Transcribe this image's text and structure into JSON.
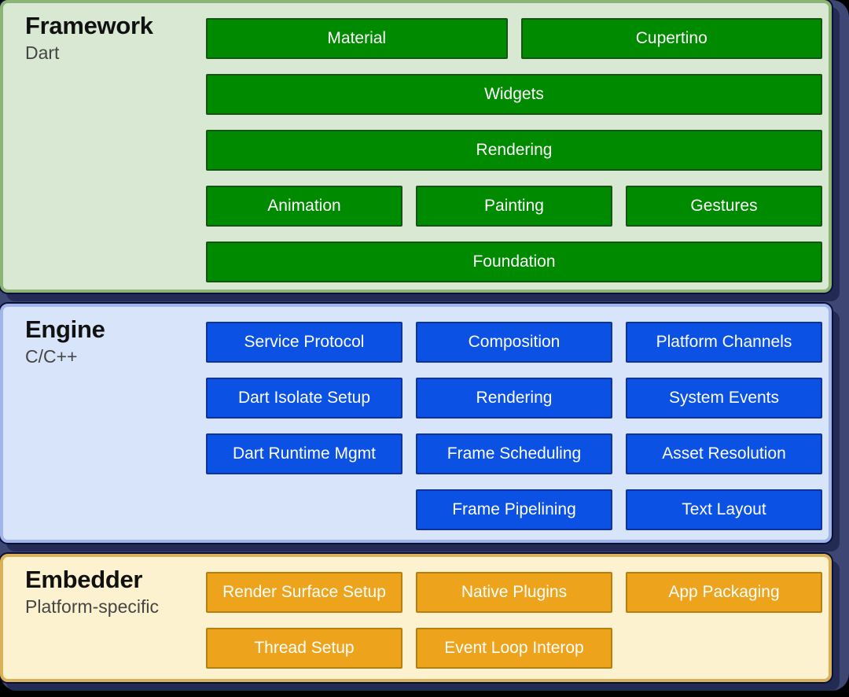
{
  "colors": {
    "page_bg": "#000000",
    "frame_bg": "#3e4774",
    "frame_edge": "#0a0f38",
    "panel_shadow": "#232b55",
    "title_text": "#111111",
    "subtitle_text": "#454545",
    "box_text": "#ffffff"
  },
  "layers": [
    {
      "id": "framework",
      "title": "Framework",
      "subtitle": "Dart",
      "colors": {
        "panel_bg": "#d9e8d3",
        "panel_border": "#8cb475",
        "box_bg": "#008a00",
        "box_border": "#155415"
      },
      "rows": [
        [
          {
            "label": "Material",
            "span": 3
          },
          {
            "label": "Cupertino",
            "span": 3
          }
        ],
        [
          {
            "label": "Widgets",
            "span": 6
          }
        ],
        [
          {
            "label": "Rendering",
            "span": 6
          }
        ],
        [
          {
            "label": "Animation",
            "span": 2
          },
          {
            "label": "Painting",
            "span": 2
          },
          {
            "label": "Gestures",
            "span": 2
          }
        ],
        [
          {
            "label": "Foundation",
            "span": 6
          }
        ]
      ]
    },
    {
      "id": "engine",
      "title": "Engine",
      "subtitle": "C/C++",
      "colors": {
        "panel_bg": "#d8e4f9",
        "panel_border": "#a2b5ea",
        "box_bg": "#0b51e4",
        "box_border": "#10339b"
      },
      "rows": [
        [
          {
            "label": "Service Protocol",
            "span": 2
          },
          {
            "label": "Composition",
            "span": 2
          },
          {
            "label": "Platform Channels",
            "span": 2
          }
        ],
        [
          {
            "label": "Dart Isolate Setup",
            "span": 2
          },
          {
            "label": "Rendering",
            "span": 2
          },
          {
            "label": "System Events",
            "span": 2
          }
        ],
        [
          {
            "label": "Dart Runtime Mgmt",
            "span": 2
          },
          {
            "label": "Frame Scheduling",
            "span": 2
          },
          {
            "label": "Asset Resolution",
            "span": 2
          }
        ],
        [
          {
            "label": "Frame Pipelining",
            "span": 2,
            "col": 2
          },
          {
            "label": "Text Layout",
            "span": 2,
            "col": 3
          }
        ]
      ]
    },
    {
      "id": "embedder",
      "title": "Embedder",
      "subtitle": "Platform-specific",
      "colors": {
        "panel_bg": "#fdf2cf",
        "panel_border": "#d8b159",
        "box_bg": "#eda41c",
        "box_border": "#b5800f"
      },
      "rows": [
        [
          {
            "label": "Render Surface Setup",
            "span": 2
          },
          {
            "label": "Native Plugins",
            "span": 2
          },
          {
            "label": "App Packaging",
            "span": 2
          }
        ],
        [
          {
            "label": "Thread Setup",
            "span": 2,
            "col": 1
          },
          {
            "label": "Event Loop Interop",
            "span": 2,
            "col": 2
          }
        ]
      ]
    }
  ]
}
